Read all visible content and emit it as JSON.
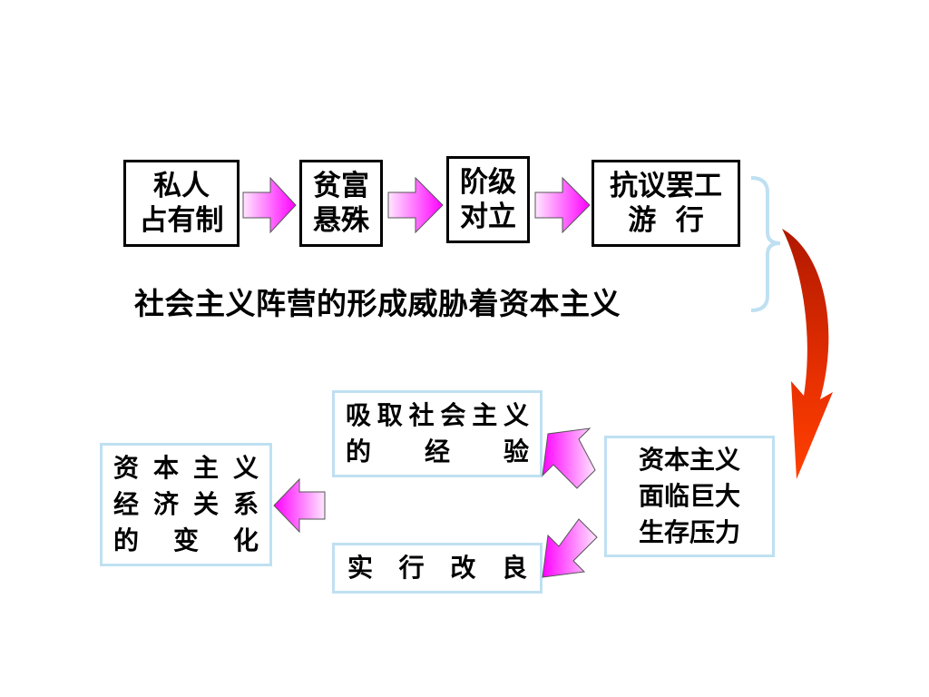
{
  "top_flow": [
    {
      "lines": [
        "私人",
        "占有制"
      ]
    },
    {
      "lines": [
        "贫富",
        "悬殊"
      ]
    },
    {
      "lines": [
        "阶级",
        "对立"
      ]
    },
    {
      "lines": [
        "抗议罢工",
        "游  行"
      ]
    }
  ],
  "slogan": "社会主义阵营的形成威胁着资本主义",
  "pressure_box": {
    "lines": [
      "资本主义",
      "面临巨大",
      "生存压力"
    ]
  },
  "learn_box": {
    "lines": [
      [
        "吸",
        "取",
        "社",
        "会",
        "主",
        "义"
      ],
      [
        "的",
        "经",
        "验"
      ]
    ]
  },
  "reform_box": {
    "lines": [
      [
        "实",
        "行",
        "改",
        "良"
      ]
    ]
  },
  "result_box": {
    "lines": [
      [
        "资",
        "本",
        "主",
        "义"
      ],
      [
        "经",
        "济",
        "关",
        "系"
      ],
      [
        "的",
        "变",
        "化"
      ]
    ]
  },
  "colors": {
    "arrow_magenta": "#ff00ff",
    "arrow_pink_light": "#ffe0ff",
    "curve_red": "#d02000",
    "light_border": "#bfe0f2",
    "brace": "#bfe0f2"
  }
}
